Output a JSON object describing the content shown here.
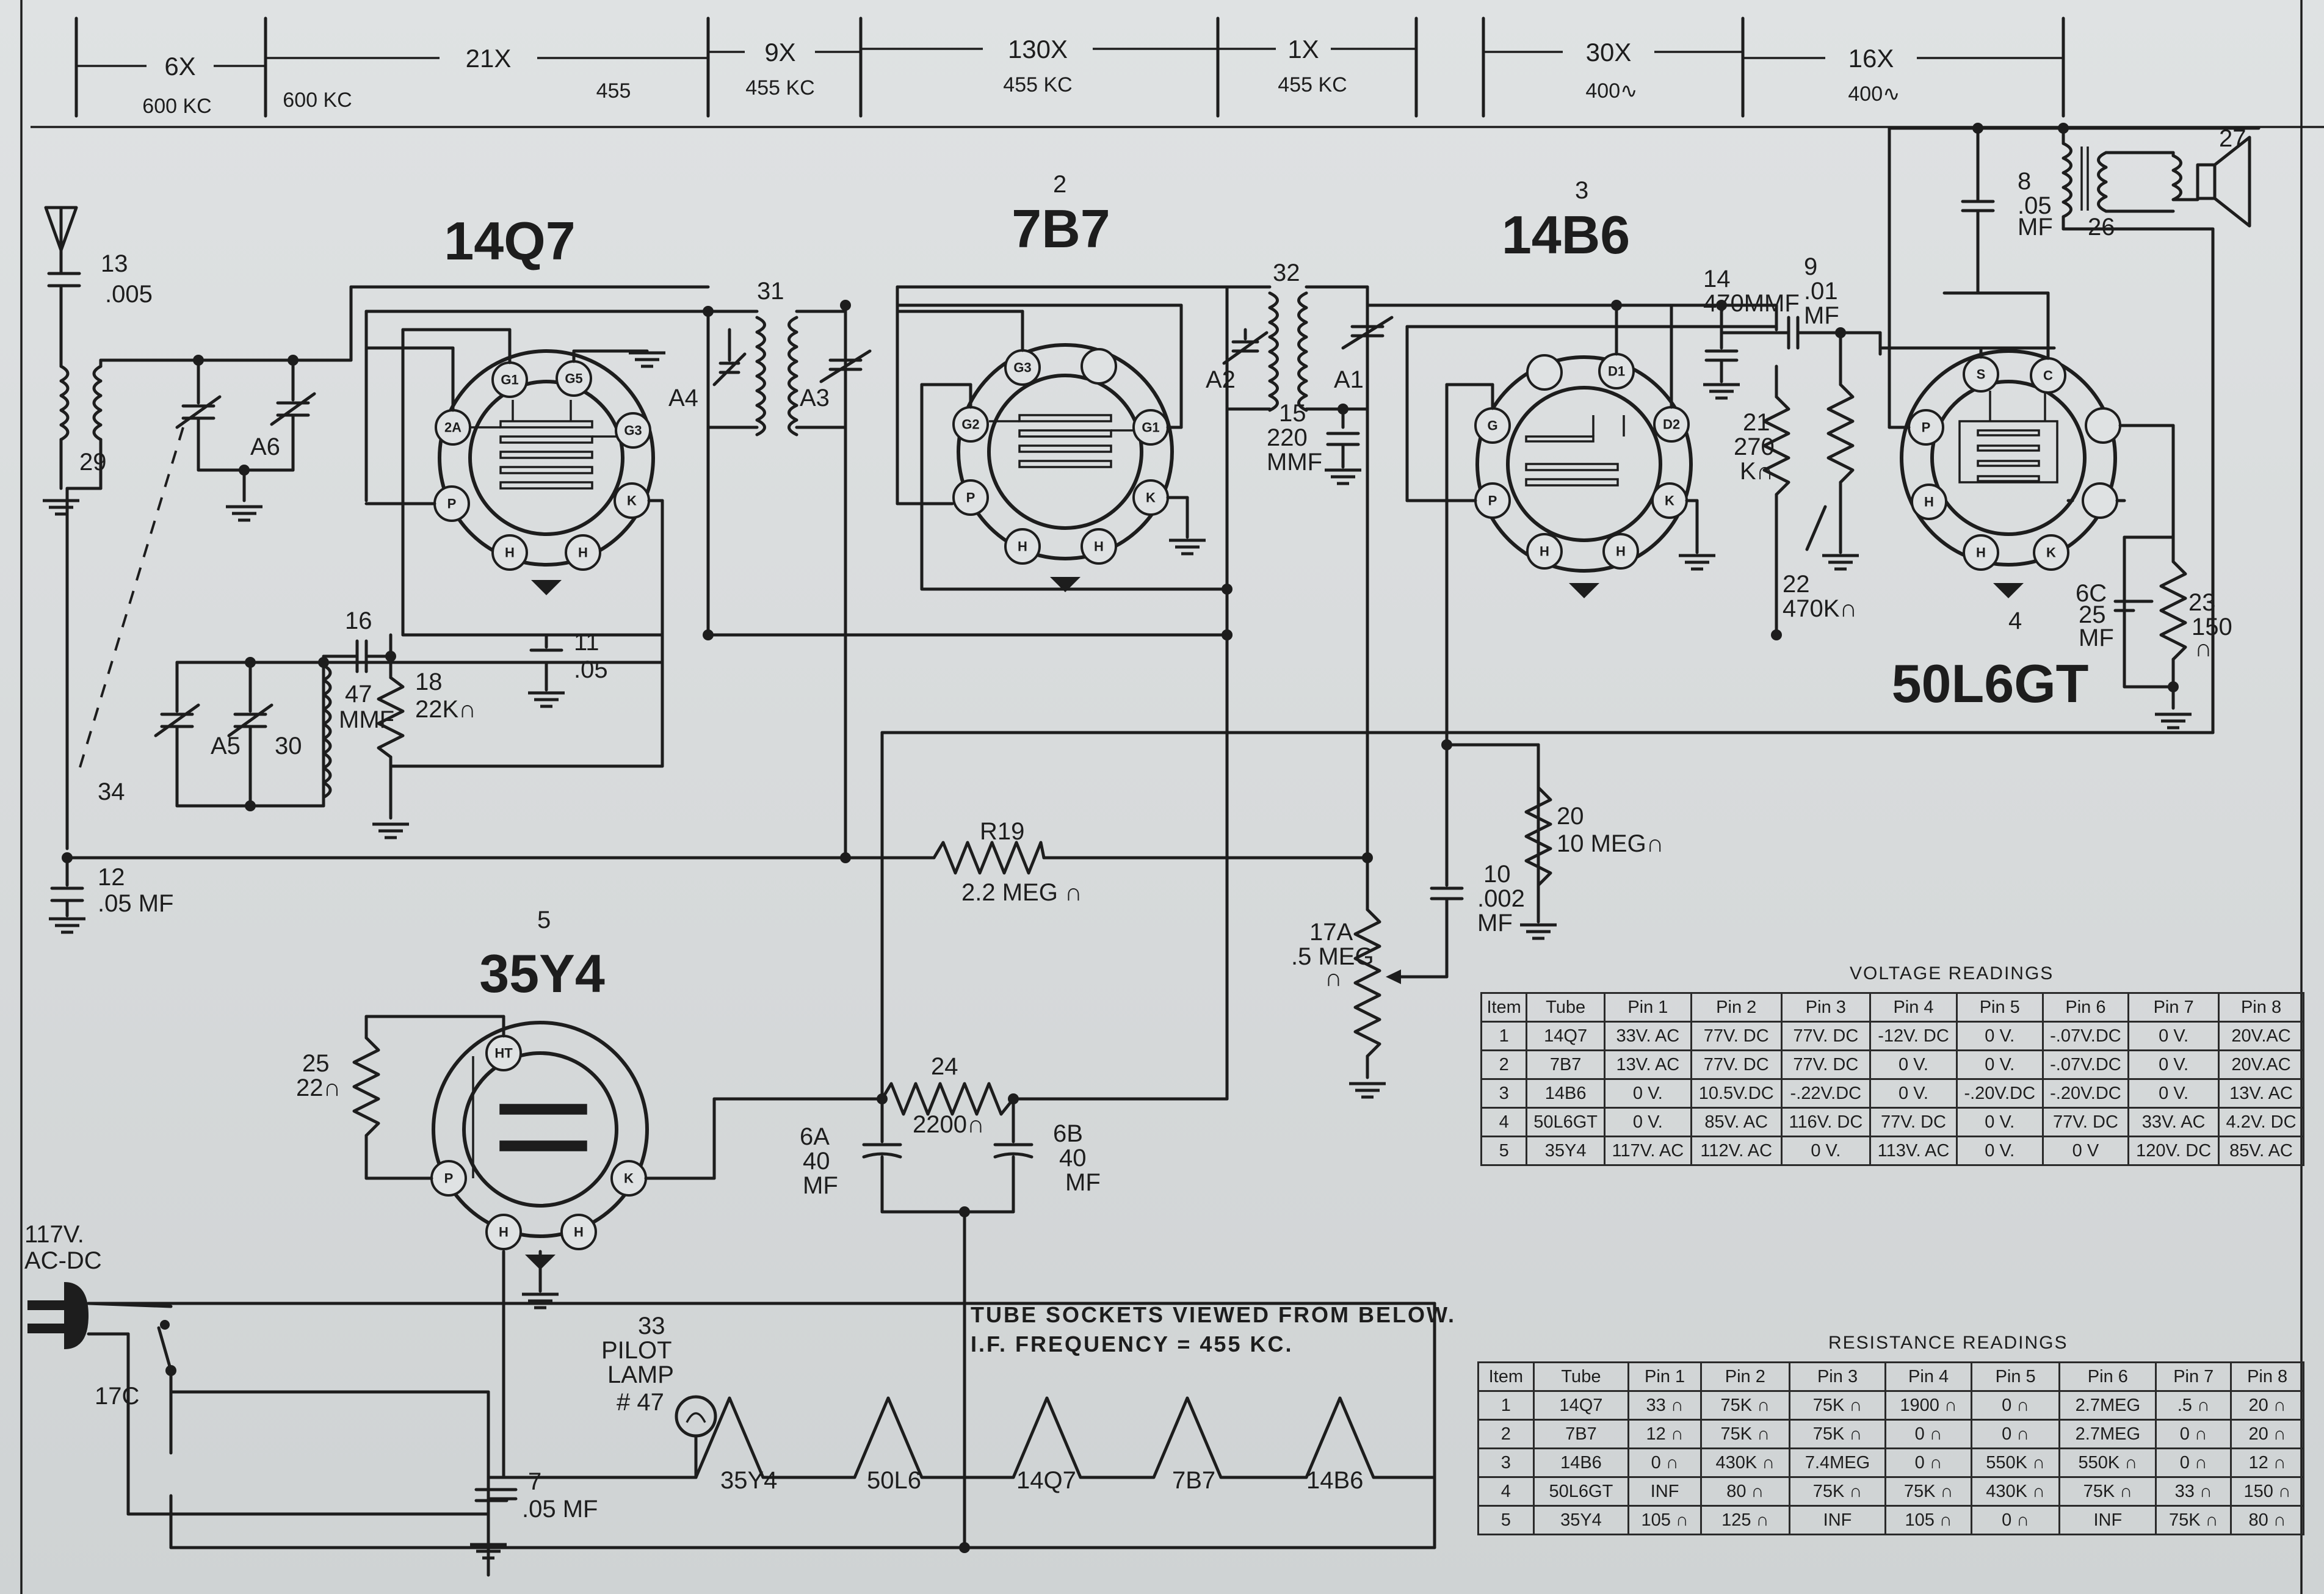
{
  "band_header": [
    {
      "mult": "6X",
      "sub1": "600 KC",
      "sub2": ""
    },
    {
      "mult": "21X",
      "sub1": "600 KC",
      "sub2": "455"
    },
    {
      "mult": "9X",
      "sub1": "455 KC",
      "sub2": ""
    },
    {
      "mult": "130X",
      "sub1": "455 KC",
      "sub2": ""
    },
    {
      "mult": "1X",
      "sub1": "455 KC",
      "sub2": ""
    },
    {
      "mult": "30X",
      "sub1": "400∿",
      "sub2": ""
    },
    {
      "mult": "16X",
      "sub1": "400∿",
      "sub2": ""
    }
  ],
  "tubes": [
    {
      "name": "14Q7",
      "num": ""
    },
    {
      "name": "7B7",
      "num": "2"
    },
    {
      "name": "14B6",
      "num": "3"
    },
    {
      "name": "50L6GT",
      "num": "4"
    },
    {
      "name": "35Y4",
      "num": "5"
    }
  ],
  "pin_labels": {
    "t14q7": [
      "G1",
      "G5",
      "G3",
      "K",
      "H",
      "H",
      "P",
      "2A"
    ],
    "t7b7": [
      "G3",
      "G1",
      "K",
      "H",
      "H",
      "P",
      "G2"
    ],
    "t14b6": [
      "D1",
      "D2",
      "K",
      "H",
      "H",
      "P",
      "G"
    ],
    "t50l6": [
      "S",
      "C",
      "K",
      "H",
      "P"
    ],
    "t35y4": [
      "HT",
      "K",
      "H",
      "H",
      "P"
    ]
  },
  "components": {
    "c13": [
      "13",
      ".005"
    ],
    "l29": "29",
    "a6": "A6",
    "a4": "A4",
    "t31": "31",
    "a3": "A3",
    "c11": [
      "11",
      ".05"
    ],
    "c16": "16",
    "c16v": [
      "47",
      "MMF"
    ],
    "r18": [
      "18",
      "22K∩"
    ],
    "a5": "A5",
    "l30": "30",
    "c34": "34",
    "c12": [
      "12",
      ".05 MF"
    ],
    "t32": "32",
    "a2": "A2",
    "a1": "A1",
    "c15": [
      "15",
      "220",
      "MMF"
    ],
    "r19": [
      "R19",
      "2.2 MEG ∩"
    ],
    "c14": [
      "14",
      "470MMF"
    ],
    "c9": [
      "9",
      ".01",
      "MF"
    ],
    "r21": [
      "21",
      "270",
      "K∩"
    ],
    "r22": [
      "22",
      "470K∩"
    ],
    "c8": [
      "8",
      ".05",
      "MF"
    ],
    "t26": "26",
    "spk27": "27",
    "c6c": [
      "6C",
      "25",
      "MF"
    ],
    "r23": [
      "23",
      "150",
      "∩"
    ],
    "r20": [
      "20",
      "10 MEG∩"
    ],
    "c10": [
      "10",
      ".002",
      "MF"
    ],
    "r17a": [
      "17A",
      ".5 MEG",
      "∩"
    ],
    "r25": [
      "25",
      "22∩"
    ],
    "r24": [
      "24",
      "2200∩"
    ],
    "c6a": [
      "6A",
      "40",
      "MF"
    ],
    "c6b": [
      "6B",
      "40",
      "MF"
    ],
    "plug": [
      "117V.",
      "AC-DC"
    ],
    "s17c": "17C",
    "lamp33": [
      "33",
      "PILOT",
      "LAMP",
      "# 47"
    ],
    "c7": [
      "7",
      ".05 MF"
    ],
    "heaters": [
      "35Y4",
      "50L6",
      "14Q7",
      "7B7",
      "14B6"
    ]
  },
  "note": [
    "TUBE SOCKETS VIEWED FROM BELOW.",
    "I.F. FREQUENCY = 455 KC."
  ],
  "voltage_readings": {
    "title": "VOLTAGE READINGS",
    "headers": [
      "Item",
      "Tube",
      "Pin 1",
      "Pin 2",
      "Pin 3",
      "Pin 4",
      "Pin 5",
      "Pin 6",
      "Pin 7",
      "Pin 8"
    ],
    "rows": [
      [
        "1",
        "14Q7",
        "33V. AC",
        "77V. DC",
        "77V. DC",
        "-12V. DC",
        "0 V.",
        "-.07V.DC",
        "0 V.",
        "20V.AC"
      ],
      [
        "2",
        "7B7",
        "13V. AC",
        "77V. DC",
        "77V. DC",
        "0 V.",
        "0 V.",
        "-.07V.DC",
        "0 V.",
        "20V.AC"
      ],
      [
        "3",
        "14B6",
        "0 V.",
        "10.5V.DC",
        "-.22V.DC",
        "0 V.",
        "-.20V.DC",
        "-.20V.DC",
        "0 V.",
        "13V. AC"
      ],
      [
        "4",
        "50L6GT",
        "0 V.",
        "85V. AC",
        "116V. DC",
        "77V. DC",
        "0 V.",
        "77V. DC",
        "33V. AC",
        "4.2V. DC"
      ],
      [
        "5",
        "35Y4",
        "117V. AC",
        "112V. AC",
        "0 V.",
        "113V. AC",
        "0 V.",
        "0 V",
        "120V. DC",
        "85V. AC"
      ]
    ]
  },
  "resistance_readings": {
    "title": "RESISTANCE READINGS",
    "headers": [
      "Item",
      "Tube",
      "Pin 1",
      "Pin 2",
      "Pin 3",
      "Pin 4",
      "Pin 5",
      "Pin 6",
      "Pin 7",
      "Pin 8"
    ],
    "rows": [
      [
        "1",
        "14Q7",
        "33 ∩",
        "75K ∩",
        "75K ∩",
        "1900 ∩",
        "0 ∩",
        "2.7MEG",
        ".5 ∩",
        "20 ∩"
      ],
      [
        "2",
        "7B7",
        "12 ∩",
        "75K ∩",
        "75K ∩",
        "0 ∩",
        "0 ∩",
        "2.7MEG",
        "0 ∩",
        "20 ∩"
      ],
      [
        "3",
        "14B6",
        "0 ∩",
        "430K ∩",
        "7.4MEG",
        "0 ∩",
        "550K ∩",
        "550K ∩",
        "0 ∩",
        "12 ∩"
      ],
      [
        "4",
        "50L6GT",
        "INF",
        "80 ∩",
        "75K ∩",
        "75K ∩",
        "430K ∩",
        "75K ∩",
        "33 ∩",
        "150 ∩"
      ],
      [
        "5",
        "35Y4",
        "105 ∩",
        "125 ∩",
        "INF",
        "105 ∩",
        "0 ∩",
        "INF",
        "75K ∩",
        "80 ∩"
      ]
    ]
  }
}
